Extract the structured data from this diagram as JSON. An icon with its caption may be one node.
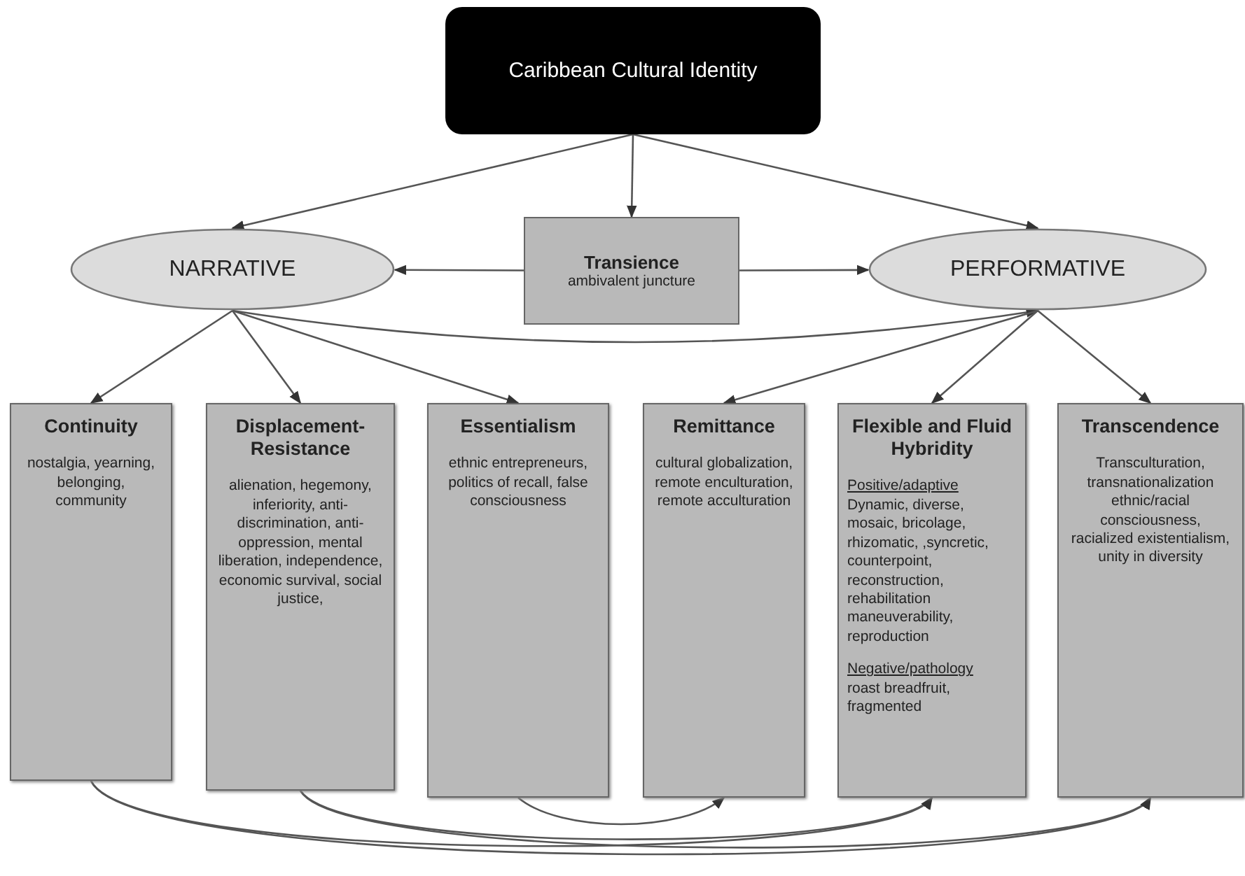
{
  "diagram": {
    "nodes": [
      {
        "text": [
          "Caribbean Cultural Identity"
        ]
      },
      {
        "text": [
          "NARRATIVE"
        ]
      },
      {
        "text": [
          "Transience",
          "ambivalent juncture"
        ]
      },
      {
        "text": [
          "PERFORMATIVE"
        ]
      },
      {
        "text": [
          "Continuity",
          "nostalgia, yearning, belonging, community"
        ]
      },
      {
        "text": [
          "Displacement-Resistance",
          "alienation, hegemony, inferiority, anti-discrimination, anti-oppression, mental liberation, independence, economic survival, social justice,"
        ]
      },
      {
        "text": [
          "Essentialism",
          "ethnic entrepreneurs, politics of recall, false consciousness"
        ]
      },
      {
        "text": [
          "Remittance",
          "cultural globalization, remote enculturation, remote acculturation"
        ]
      },
      {
        "text": [
          "Flexible and Fluid Hybridity",
          "Positive/adaptive",
          "Dynamic, diverse, mosaic, bricolage, rhizomatic, ,syncretic, counterpoint, reconstruction, rehabilitation maneuverability, reproduction",
          "Negative/pathology",
          "roast breadfruit, fragmented"
        ]
      },
      {
        "text": [
          "Transcendence",
          "Transculturation, transnationalization ethnic/racial consciousness, racialized existentialism, unity in diversity"
        ]
      }
    ],
    "edges": [
      {
        "from": 0,
        "to": 1,
        "arrow": "to"
      },
      {
        "from": 0,
        "to": 2,
        "arrow": "to"
      },
      {
        "from": 0,
        "to": 3,
        "arrow": "to"
      },
      {
        "from": 2,
        "to": 1,
        "arrow": "to"
      },
      {
        "from": 2,
        "to": 3,
        "arrow": "to"
      },
      {
        "from": 1,
        "to": 3,
        "arrow": "to"
      },
      {
        "from": 1,
        "to": 4,
        "arrow": "to"
      },
      {
        "from": 1,
        "to": 5,
        "arrow": "to"
      },
      {
        "from": 1,
        "to": 6,
        "arrow": "to"
      },
      {
        "from": 3,
        "to": 7,
        "arrow": "to"
      },
      {
        "from": 3,
        "to": 8,
        "arrow": "to"
      },
      {
        "from": 3,
        "to": 9,
        "arrow": "to"
      },
      {
        "from": 4,
        "to": 9,
        "arrow": "to"
      },
      {
        "from": 4,
        "to": 8,
        "arrow": "to"
      },
      {
        "from": 5,
        "to": 9,
        "arrow": "to"
      },
      {
        "from": 5,
        "to": 8,
        "arrow": "to"
      },
      {
        "from": 6,
        "to": 7,
        "arrow": "to"
      }
    ]
  }
}
